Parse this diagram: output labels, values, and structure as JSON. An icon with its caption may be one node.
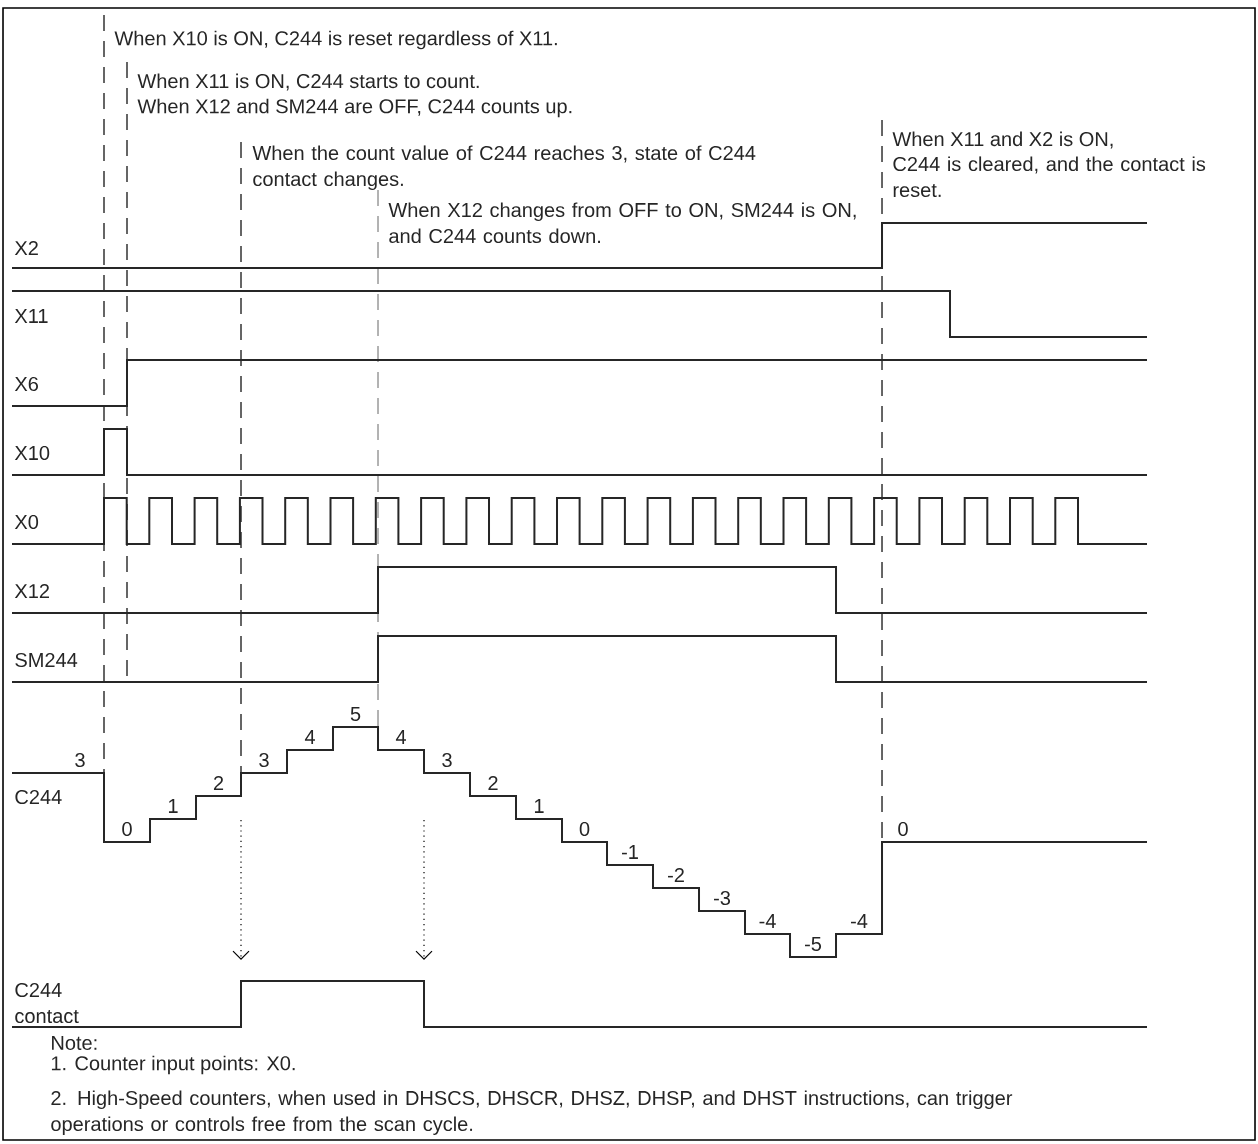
{
  "diagram": {
    "labels": [
      "When X10 is ON, C244 is reset regardless of X11.",
      "When X11 is ON, C244 starts to count.",
      "When X12 and SM244 are OFF, C244 counts up.",
      "When X11 and X2 is ON,",
      "When the count value of C244 reaches 3, state of C244 contact changes.",
      "C244 is cleared, and the contact is reset.",
      "When X12 changes from OFF to ON, SM244 is ON, and C244 counts down.",
      "X2",
      "X11",
      "X6",
      "X10",
      "X0",
      "X12",
      "SM244",
      "C244",
      "3",
      "0",
      "1",
      "2",
      "3",
      "4",
      "5",
      "4",
      "3",
      "2",
      "1",
      "0",
      "-1",
      "-2",
      "-3",
      "-4",
      "-5",
      "-4",
      "0",
      "C244 contact",
      "Note:",
      "1. Counter input points: X0.",
      "2. High-Speed counters, when used in DHSCS, DHSCR, DHSZ, DHSP, and DHST instructions, can trigger operations or controls free from the scan cycle."
    ]
  }
}
